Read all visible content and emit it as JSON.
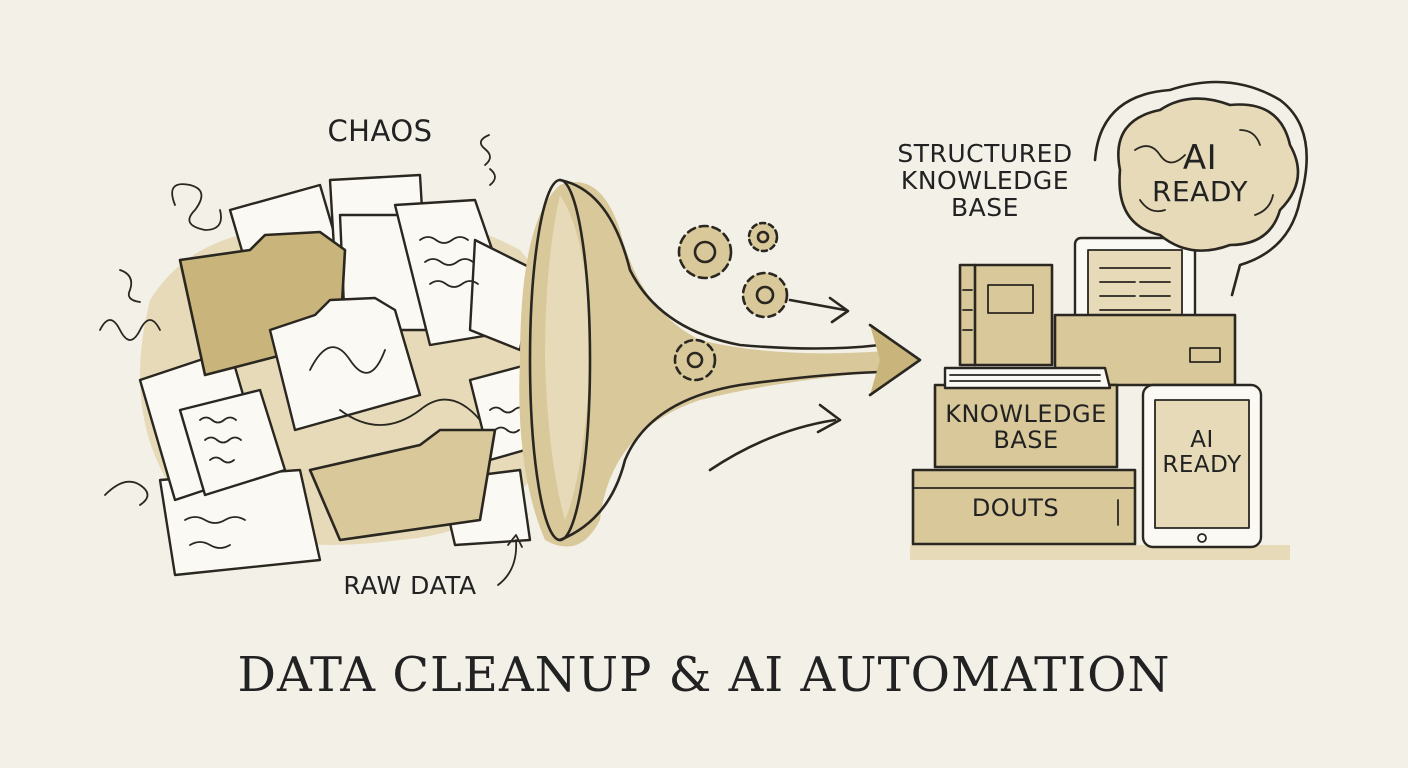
{
  "title": "DATA CLEANUP & AI AUTOMATION",
  "labels": {
    "chaos": "CHAOS",
    "raw_data": "RAW DATA",
    "structured_line1": "STRUCTURED",
    "structured_line2": "KNOWLEDGE",
    "structured_line3": "BASE",
    "brain_line1": "AI",
    "brain_line2": "READY",
    "drawer_line1": "KNOWLEDGE",
    "drawer_line2": "BASE",
    "bottom_box": "DOUTS",
    "tablet_line1": "AI",
    "tablet_line2": "READY"
  },
  "colors": {
    "background": "#f3f0e8",
    "ink": "#2a2620",
    "wash": "#d8c89a"
  },
  "icons": [
    "gear-icon",
    "brain-icon",
    "funnel-icon",
    "folder-icon",
    "tablet-icon",
    "book-icon"
  ]
}
